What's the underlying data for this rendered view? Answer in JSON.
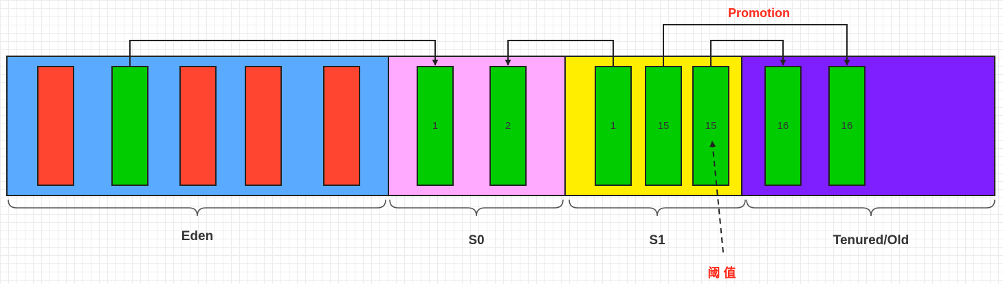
{
  "colors": {
    "eden": "#5aabff",
    "s0": "#ffaaff",
    "s1": "#ffee00",
    "old": "#7f1eff",
    "dead_object": "#ff4430",
    "live_object": "#00cc00",
    "line": "#222222",
    "annotation": "#ff2a1a"
  },
  "regions": {
    "eden": "Eden",
    "s0": "S0",
    "s1": "S1",
    "old": "Tenured/Old"
  },
  "objects": [
    {
      "region": "eden",
      "state": "dead",
      "age": ""
    },
    {
      "region": "eden",
      "state": "live",
      "age": ""
    },
    {
      "region": "eden",
      "state": "dead",
      "age": ""
    },
    {
      "region": "eden",
      "state": "dead",
      "age": ""
    },
    {
      "region": "eden",
      "state": "dead",
      "age": ""
    },
    {
      "region": "s0",
      "state": "live",
      "age": "1"
    },
    {
      "region": "s0",
      "state": "live",
      "age": "2"
    },
    {
      "region": "s1",
      "state": "live",
      "age": "1"
    },
    {
      "region": "s1",
      "state": "live",
      "age": "15"
    },
    {
      "region": "s1",
      "state": "live",
      "age": "15"
    },
    {
      "region": "old",
      "state": "live",
      "age": "16"
    },
    {
      "region": "old",
      "state": "live",
      "age": "16"
    }
  ],
  "annotations": {
    "promotion": "Promotion",
    "threshold": "阈 值"
  }
}
